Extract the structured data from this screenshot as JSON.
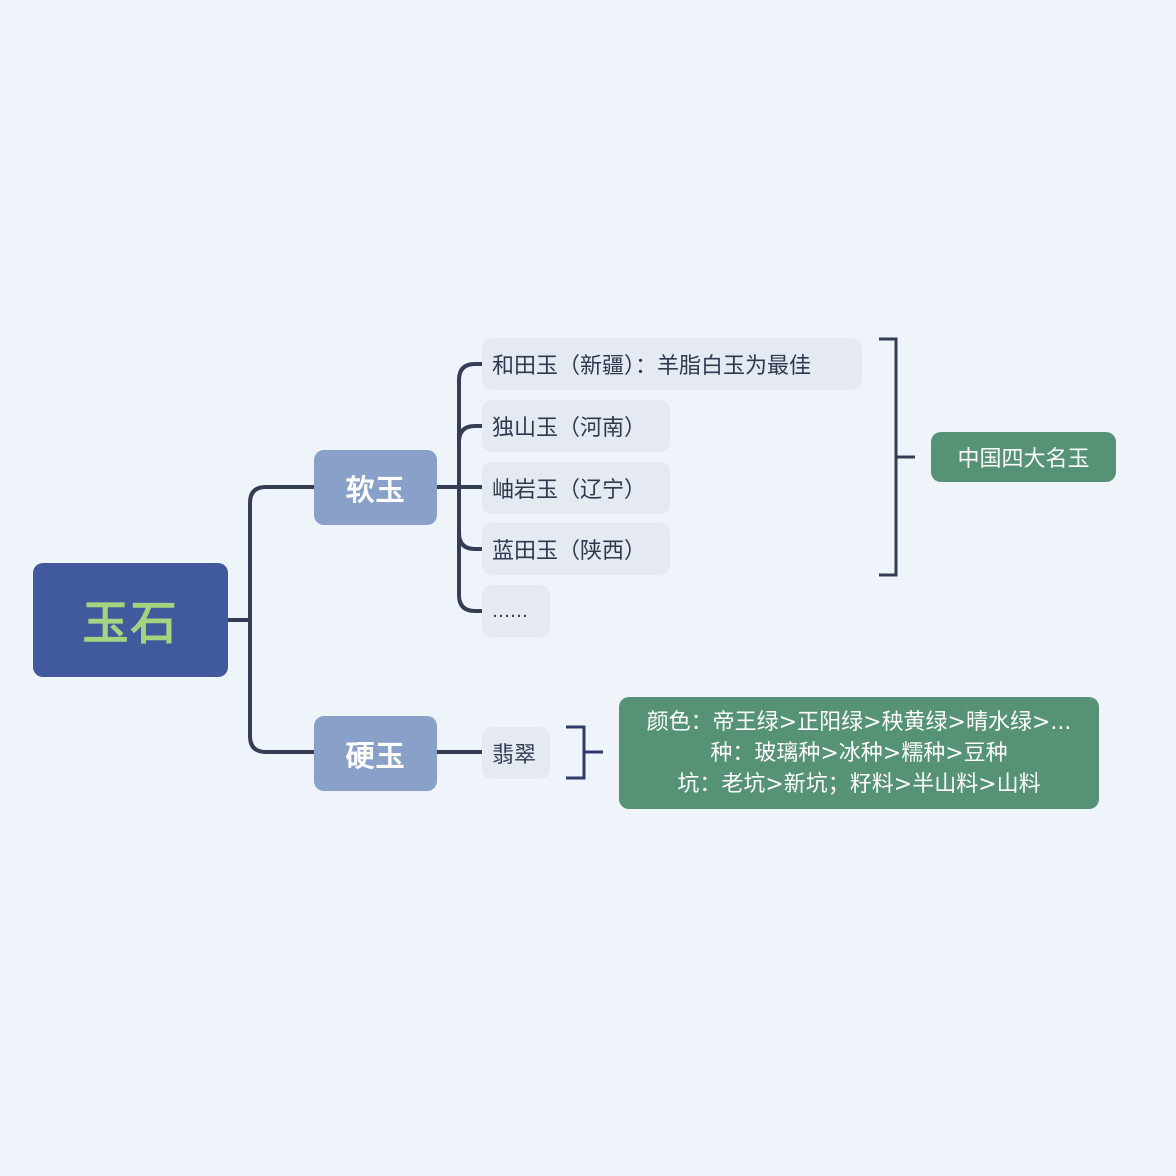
{
  "root": {
    "label": "玉石"
  },
  "branches": [
    {
      "label": "软玉",
      "children": [
        {
          "label": "和田玉（新疆）：羊脂白玉为最佳"
        },
        {
          "label": "独山玉（河南）"
        },
        {
          "label": "岫岩玉（辽宁）"
        },
        {
          "label": "蓝田玉（陕西）"
        },
        {
          "label": "……"
        }
      ],
      "summary": {
        "label": "中国四大名玉"
      }
    },
    {
      "label": "硬玉",
      "children": [
        {
          "label": "翡翠"
        }
      ],
      "summary": {
        "lines": [
          "颜色：帝王绿>正阳绿>秧黄绿>晴水绿>...",
          "种：玻璃种>冰种>糯种>豆种",
          "坑：老坑>新坑；籽料>半山料>山料"
        ]
      }
    }
  ],
  "colors": {
    "background": "#eff4fb",
    "root_fill": "#415a9e",
    "root_text": "#a5d37f",
    "branch_fill": "#89a0c8",
    "branch_text": "#ffffff",
    "leaf_fill": "#e4e9f2",
    "leaf_text": "#2f3a4f",
    "summary_fill": "#559276",
    "summary_text": "#ffffff",
    "connector": "#353d55"
  }
}
